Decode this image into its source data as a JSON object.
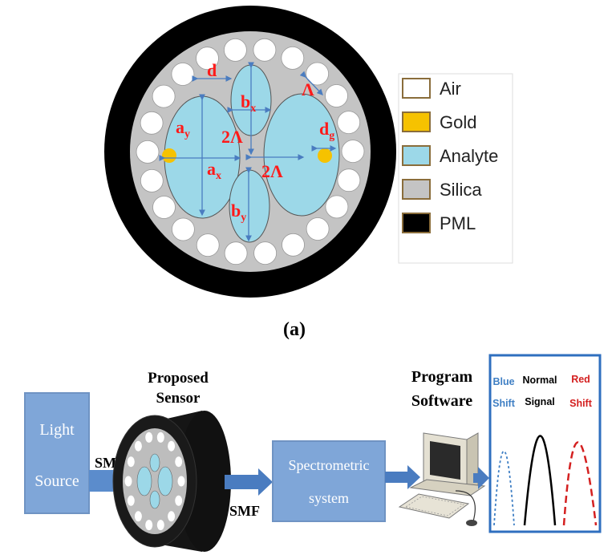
{
  "cross_section": {
    "labels": {
      "d": "d",
      "bx": "b",
      "bx_sub": "x",
      "lambda_top": "Λ",
      "ay": "a",
      "ay_sub": "y",
      "two_lambda_v": "2Λ",
      "dg": "d",
      "dg_sub": "g",
      "ax": "a",
      "ax_sub": "x",
      "two_lambda_h": "2Λ",
      "by": "b",
      "by_sub": "y"
    },
    "caption": "(a)"
  },
  "legend": {
    "items": [
      {
        "label": "Air",
        "color": "#ffffff"
      },
      {
        "label": "Gold",
        "color": "#f6c200"
      },
      {
        "label": "Analyte",
        "color": "#9cd8e8"
      },
      {
        "label": "Silica",
        "color": "#c4c4c4"
      },
      {
        "label": "PML",
        "color": "#000000"
      }
    ]
  },
  "setup": {
    "light_source": [
      "Light",
      "Source"
    ],
    "smf_left": "SMF",
    "proposed_sensor": [
      "Proposed",
      "Sensor"
    ],
    "smf_bottom": "SMF",
    "spectrometric": [
      "Spectrometric",
      "system"
    ],
    "program_software": [
      "Program",
      "Software"
    ],
    "spectrum": {
      "blue_shift": [
        "Blue",
        "Shift"
      ],
      "normal_signal": [
        "Normal",
        "Signal"
      ],
      "red_shift": [
        "Red",
        "Shift"
      ]
    }
  },
  "colors": {
    "label_red": "#ff1a1a",
    "arrow_blue": "#4a7cc0",
    "box_blue": "#7fa6d8",
    "box_border": "#6f93c3",
    "blue_text": "#3f7fc4",
    "red_text": "#d42020"
  }
}
